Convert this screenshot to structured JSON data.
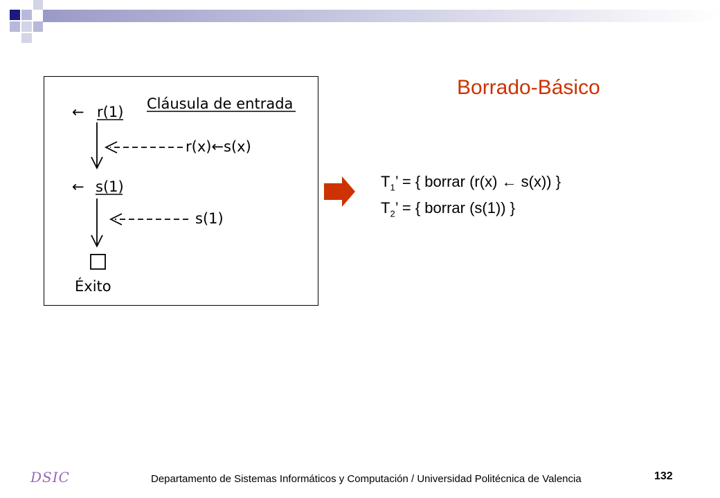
{
  "slide": {
    "title": "Borrado-Básico",
    "page_number": "132",
    "footer_text": "Departamento de Sistemas Informáticos y Computación / Universidad Politécnica de Valencia",
    "logo_text": "DSIC"
  },
  "diagram": {
    "clause_label": "Cláusula de entrada",
    "goal1": "r(1)",
    "clause1": "r(x)←s(x)",
    "goal2": "s(1)",
    "clause2": "s(1)",
    "success_label": "Éxito",
    "left_arrow_glyph": "←"
  },
  "transformations": [
    {
      "name": "T",
      "sub": "1",
      "rest": "’ = { borrar (r(x) ← s(x)) }"
    },
    {
      "name": "T",
      "sub": "2",
      "rest": "’ = { borrar (s(1)) }"
    }
  ],
  "colors": {
    "title": "#cc3300",
    "arrow": "#cc3300",
    "header_dark": "#1a1a80",
    "header_light": "#b8b8d8"
  }
}
